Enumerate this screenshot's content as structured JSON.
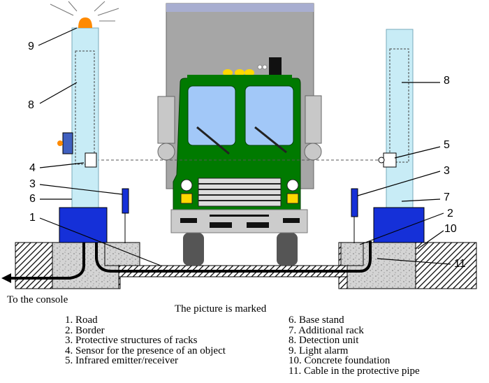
{
  "callouts": {
    "n9": "9",
    "n8l": "8",
    "n4": "4",
    "n3l": "3",
    "n6": "6",
    "n1": "1",
    "n8r": "8",
    "n5": "5",
    "n3r": "3",
    "n7": "7",
    "n2": "2",
    "n10": "10",
    "n11": "11"
  },
  "console_label": "To the console",
  "caption": "The picture is marked",
  "legend_left": [
    "1. Road",
    "2. Border",
    "3. Protective structures of racks",
    "4. Sensor for the presence of an object",
    "5. Infrared emitter/receiver"
  ],
  "legend_right": [
    "6. Base stand",
    "7. Additional rack",
    "8. Detection unit",
    "9. Light alarm",
    "10. Concrete foundation",
    "11. Cable in the protective pipe"
  ],
  "colors": {
    "truck_cab": "#007a00",
    "truck_box": "#a6a6a6",
    "rack": "#c8ecf6",
    "base": "#1530d8",
    "glass": "#a2c8f8"
  }
}
